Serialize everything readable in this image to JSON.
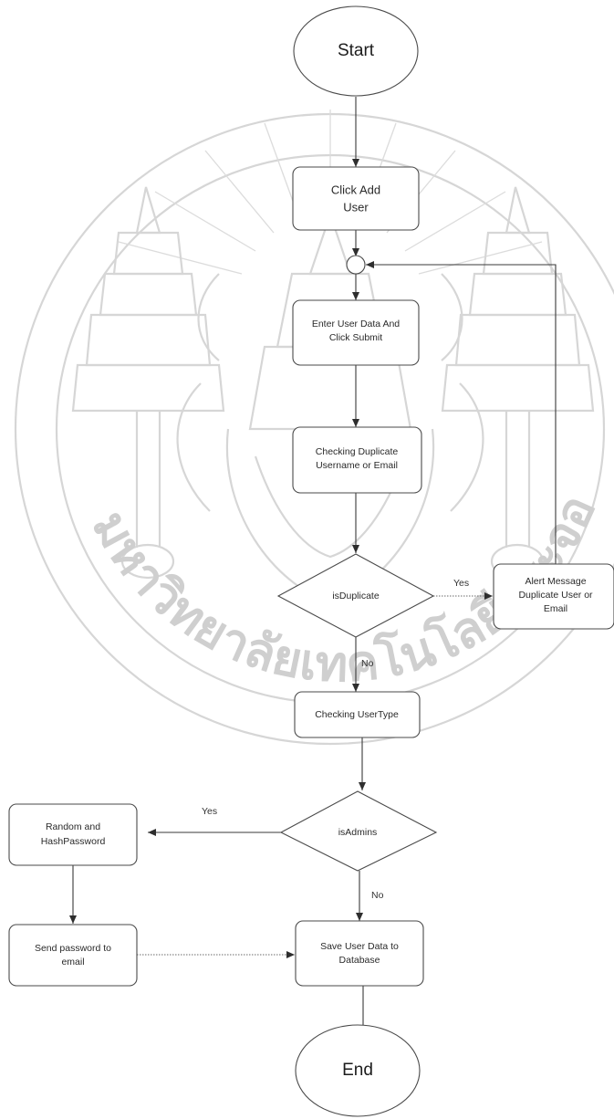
{
  "nodes": {
    "start": "Start",
    "click_add_user": [
      "Click Add",
      "User"
    ],
    "enter_user_data": [
      "Enter User Data And",
      "Click Submit"
    ],
    "checking_duplicate": [
      "Checking Duplicate",
      "Username or Email"
    ],
    "is_duplicate": "isDuplicate",
    "alert_message": [
      "Alert Message",
      "Duplicate User or",
      "Email"
    ],
    "checking_usertype": "Checking UserType",
    "is_admins": "isAdmins",
    "random_hash": [
      "Random and",
      "HashPassword"
    ],
    "send_password": [
      "Send password to",
      "email"
    ],
    "save_user_data": [
      "Save User Data to",
      "Database"
    ],
    "end": "End"
  },
  "edge_labels": {
    "duplicate_yes": "Yes",
    "duplicate_no": "No",
    "admins_yes": "Yes",
    "admins_no": "No"
  },
  "watermark": {
    "seal_lettering": "มหาวิทยาลัยเทคโนโลยีพระจอมเกล้าธนบุรี"
  }
}
